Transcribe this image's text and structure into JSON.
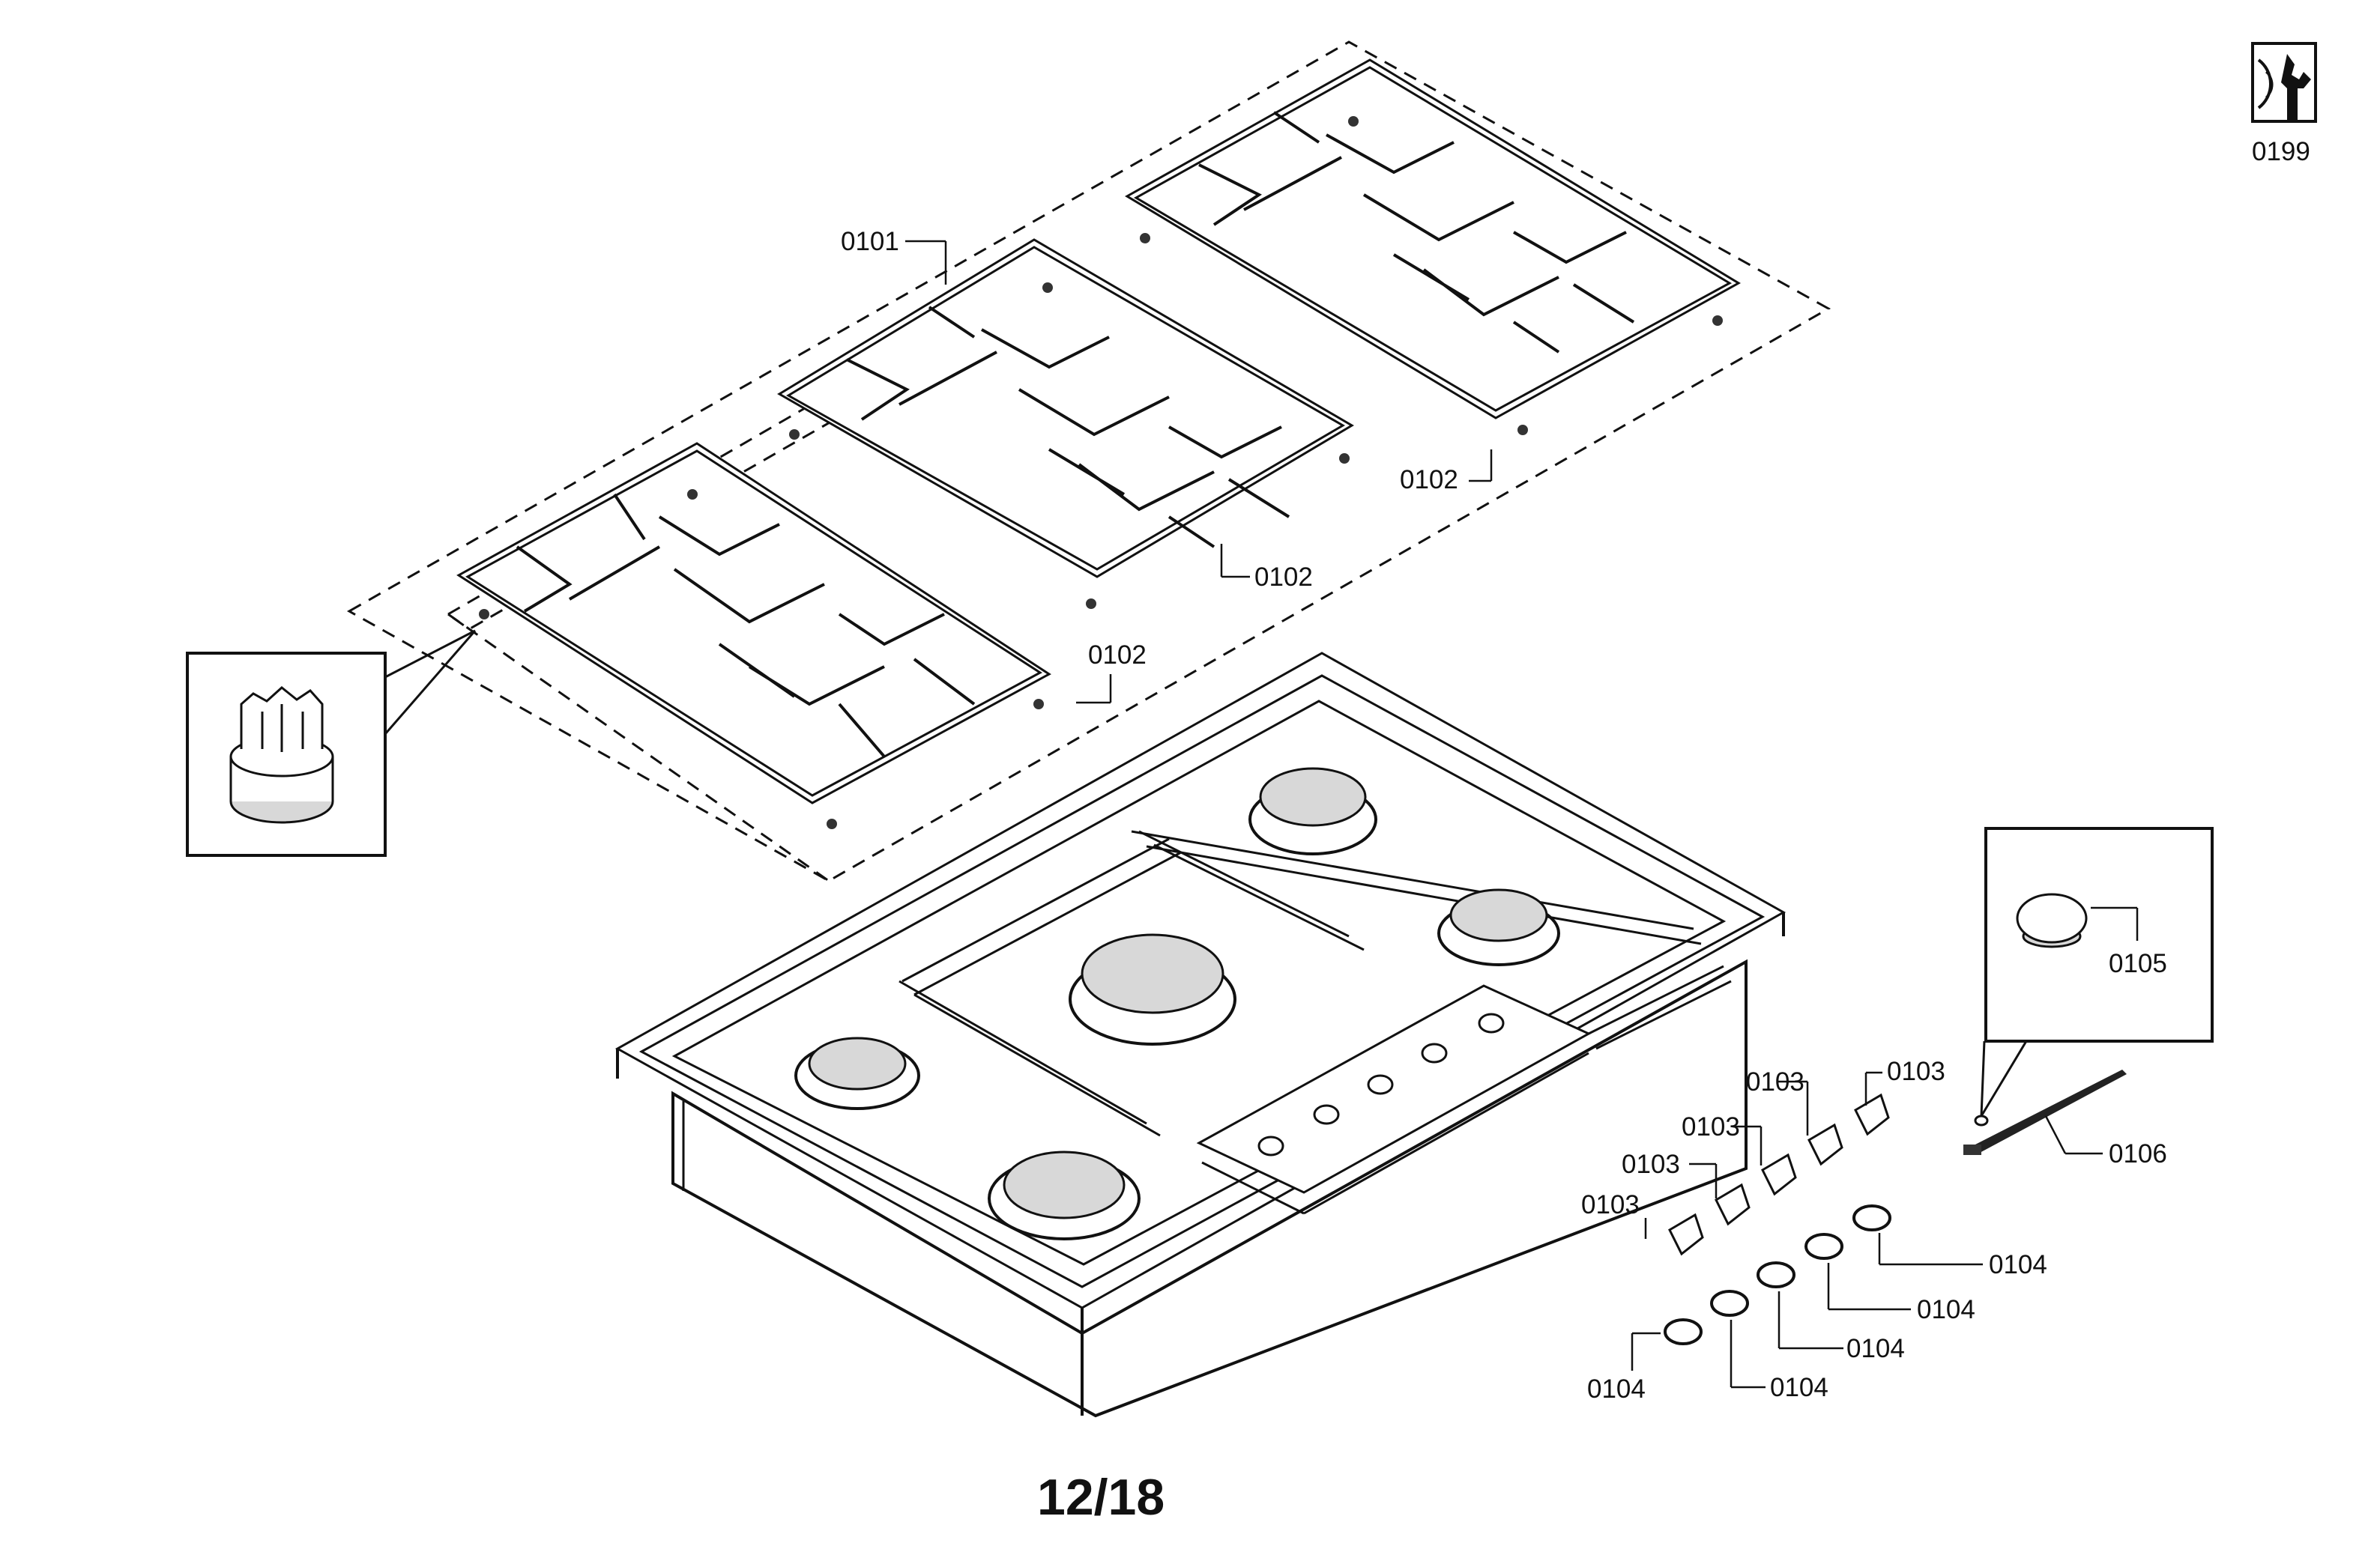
{
  "labels": {
    "grate_set": "0101",
    "grate_left": "0102",
    "grate_center": "0102",
    "grate_right": "0102",
    "knob_1": "0103",
    "knob_2": "0103",
    "knob_3": "0103",
    "knob_4": "0103",
    "knob_5": "0103",
    "ring_1": "0104",
    "ring_2": "0104",
    "ring_3": "0104",
    "ring_4": "0104",
    "ring_5": "0104",
    "cap": "0105",
    "igniter": "0106",
    "tool_kit": "0199"
  },
  "page_number": "12/18",
  "icons": {
    "tool_kit": "wrench-tool-icon"
  }
}
